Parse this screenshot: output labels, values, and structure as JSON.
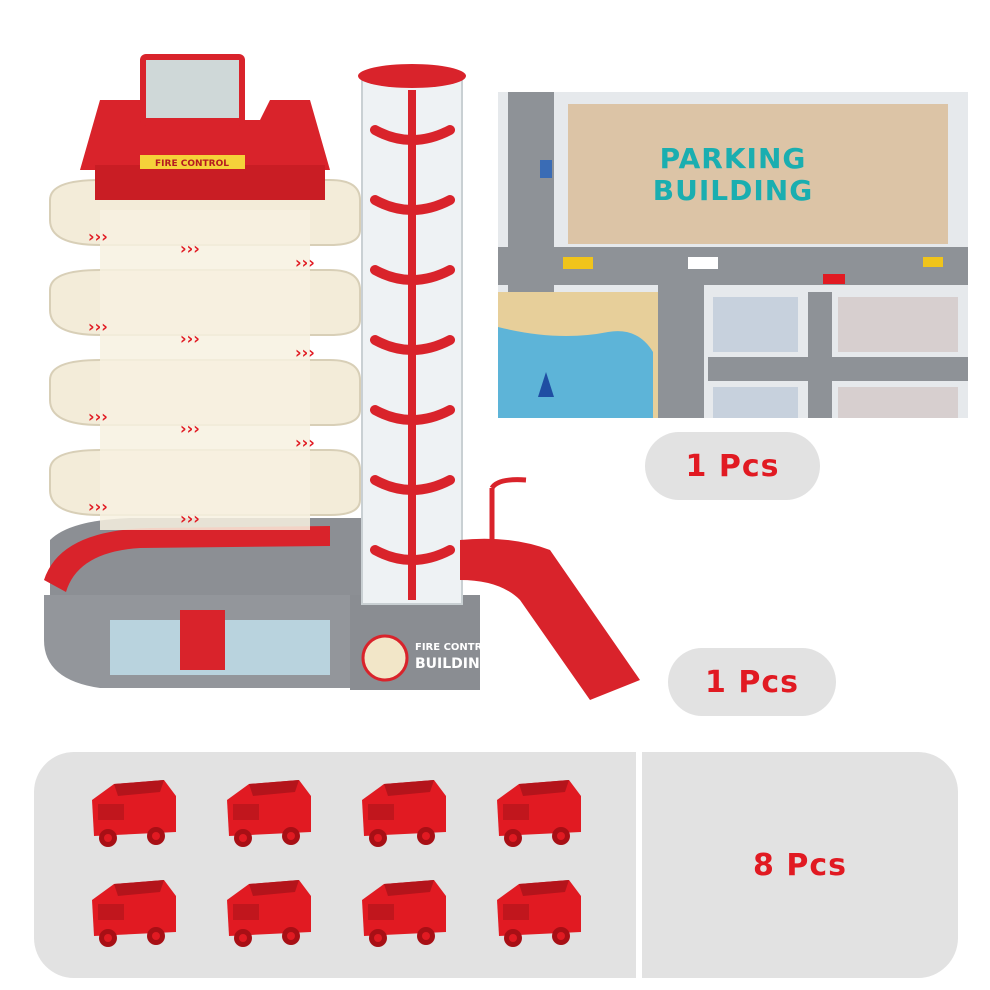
{
  "map": {
    "title_line1": "PARKING",
    "title_line2": "BUILDING"
  },
  "tower": {
    "top_sign": "FIRE CONTROL",
    "base_sign_line1": "FIRE CONTROL",
    "base_sign_line2": "BUILDING"
  },
  "counts": {
    "map_count": "1 Pcs",
    "tower_count": "1 Pcs",
    "cars_count": "8 Pcs"
  },
  "cars": [
    "fire-truck-1",
    "fire-truck-2",
    "fire-truck-3",
    "fire-truck-4",
    "fire-truck-5",
    "fire-truck-6",
    "fire-truck-7",
    "fire-truck-8"
  ],
  "colors": {
    "accent_red": "#e11a22",
    "panel_gray": "#e2e2e2",
    "map_teal": "#1aaeb0"
  }
}
